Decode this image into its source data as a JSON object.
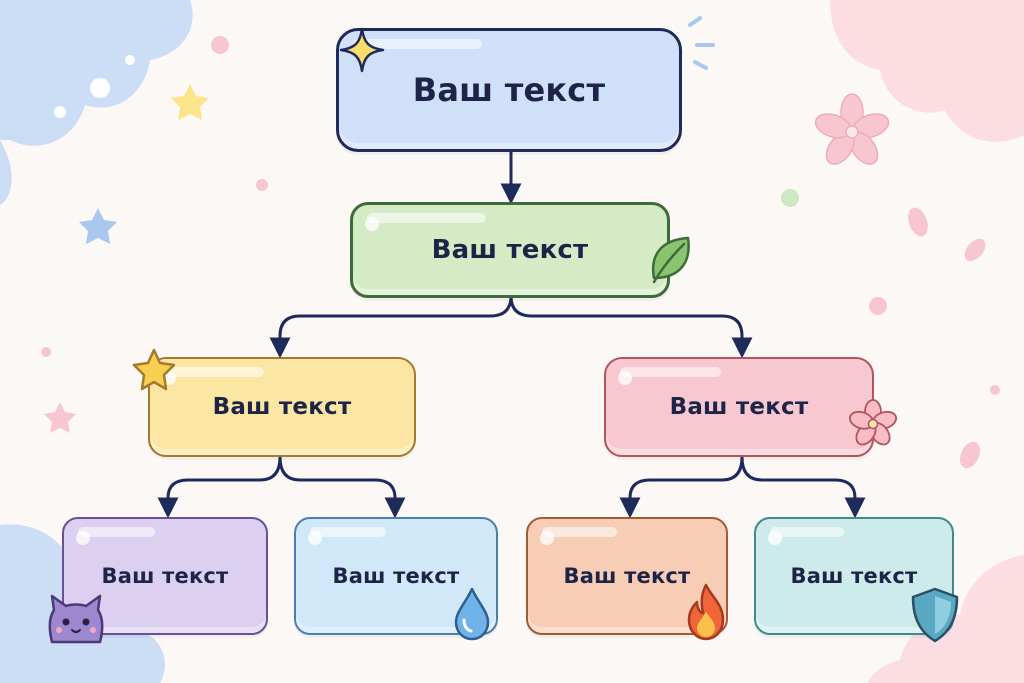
{
  "diagram": {
    "type": "org-chart",
    "nodes": [
      {
        "id": "root",
        "label": "Ваш текст",
        "icon": "sparkle-icon",
        "fill": "#cfe0f8",
        "stroke": "#1f2a5c"
      },
      {
        "id": "level2",
        "label": "Ваш текст",
        "icon": "leaf-icon",
        "fill": "#d4ebc6",
        "stroke": "#3f6b3a"
      },
      {
        "id": "left",
        "label": "Ваш текст",
        "icon": "star-icon",
        "fill": "#fbe6a4",
        "stroke": "#a47a2c"
      },
      {
        "id": "right",
        "label": "Ваш текст",
        "icon": "sakura-icon",
        "fill": "#f8c8d0",
        "stroke": "#b2555e"
      },
      {
        "id": "leaf1",
        "label": "Ваш текст",
        "icon": "cat-icon",
        "fill": "#dcd0f0",
        "stroke": "#6a4f99"
      },
      {
        "id": "leaf2",
        "label": "Ваш текст",
        "icon": "water-drop-icon",
        "fill": "#d0e8f8",
        "stroke": "#4a7fb3"
      },
      {
        "id": "leaf3",
        "label": "Ваш текст",
        "icon": "fire-icon",
        "fill": "#f7cdb6",
        "stroke": "#a35a37"
      },
      {
        "id": "leaf4",
        "label": "Ваш текст",
        "icon": "shield-icon",
        "fill": "#cdebea",
        "stroke": "#3f8a8a"
      }
    ],
    "edges": [
      {
        "from": "root",
        "to": "level2"
      },
      {
        "from": "level2",
        "to": "left"
      },
      {
        "from": "level2",
        "to": "right"
      },
      {
        "from": "left",
        "to": "leaf1"
      },
      {
        "from": "left",
        "to": "leaf2"
      },
      {
        "from": "right",
        "to": "leaf3"
      },
      {
        "from": "right",
        "to": "leaf4"
      }
    ],
    "connector_color": "#1f2a5c"
  }
}
